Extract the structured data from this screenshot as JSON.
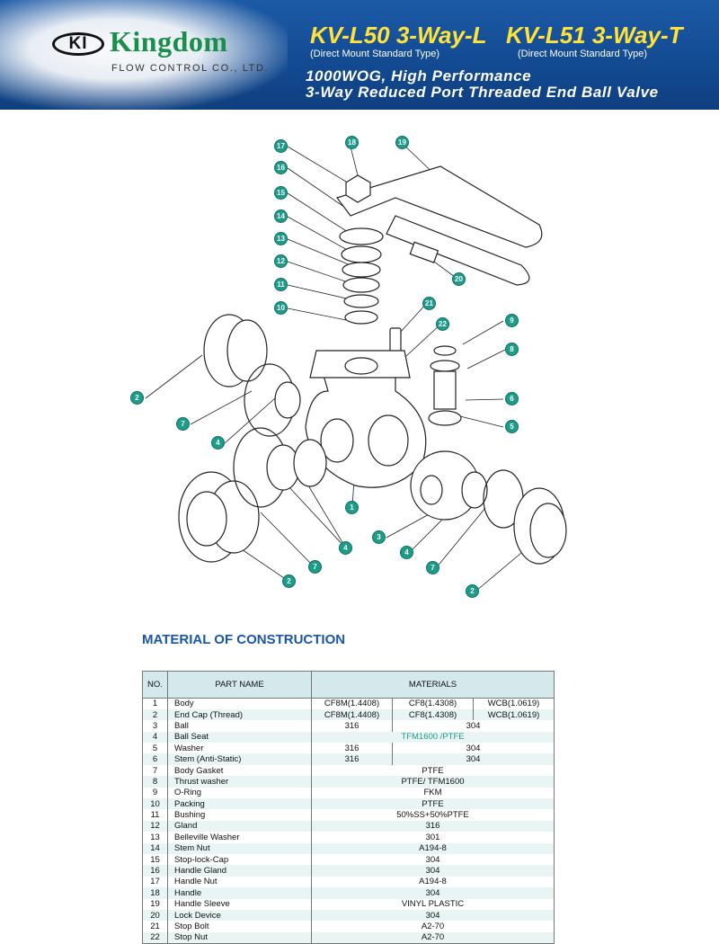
{
  "header": {
    "logo_badge": "KI",
    "logo_name": "Kingdom",
    "logo_sub": "FLOW CONTROL CO., LTD.",
    "model1": "KV-L50 3-Way-L",
    "model1_sub": "(Direct Mount Standard Type)",
    "model2": "KV-L51 3-Way-T",
    "model2_sub": "(Direct Mount Standard Type)",
    "line1": "1000WOG, High Performance",
    "line2": "3-Way Reduced Port Threaded End Ball Valve",
    "colors": {
      "band": "#134b93",
      "model": "#ffe23a",
      "logo_green": "#1a8f4a"
    }
  },
  "diagram": {
    "callouts": [
      "17",
      "18",
      "19",
      "16",
      "15",
      "14",
      "13",
      "12",
      "11",
      "10",
      "21",
      "22",
      "9",
      "8",
      "2",
      "7",
      "4",
      "6",
      "5",
      "1",
      "3",
      "4",
      "7",
      "2",
      "4",
      "7",
      "2",
      "20"
    ]
  },
  "section_title": "MATERIAL OF CONSTRUCTION",
  "table": {
    "headers": {
      "no": "NO.",
      "name": "PART NAME",
      "materials": "MATERIALS"
    },
    "rows": [
      {
        "no": "1",
        "name": "Body",
        "m": [
          "CF8M(1.4408)",
          "CF8(1.4308)",
          "WCB(1.0619)"
        ]
      },
      {
        "no": "2",
        "name": "End Cap (Thread)",
        "m": [
          "CF8M(1.4408)",
          "CF8(1.4308)",
          "WCB(1.0619)"
        ]
      },
      {
        "no": "3",
        "name": "Ball",
        "m": [
          "316",
          "304"
        ]
      },
      {
        "no": "4",
        "name": "Ball Seat",
        "m": [
          "TFM1600 /PTFE"
        ]
      },
      {
        "no": "5",
        "name": "Washer",
        "m": [
          "316",
          "304"
        ]
      },
      {
        "no": "6",
        "name": "Stem (Anti-Static)",
        "m": [
          "316",
          "304"
        ]
      },
      {
        "no": "7",
        "name": "Body Gasket",
        "m": [
          "PTFE"
        ]
      },
      {
        "no": "8",
        "name": "Thrust washer",
        "m": [
          "PTFE/ TFM1600"
        ]
      },
      {
        "no": "9",
        "name": "O-Ring",
        "m": [
          "FKM"
        ]
      },
      {
        "no": "10",
        "name": "Packing",
        "m": [
          "PTFE"
        ]
      },
      {
        "no": "11",
        "name": "Bushing",
        "m": [
          "50%SS+50%PTFE"
        ]
      },
      {
        "no": "12",
        "name": "Gland",
        "m": [
          "316"
        ]
      },
      {
        "no": "13",
        "name": "Belleville Washer",
        "m": [
          "301"
        ]
      },
      {
        "no": "14",
        "name": "Stem Nut",
        "m": [
          "A194-8"
        ]
      },
      {
        "no": "15",
        "name": "Stop-lock-Cap",
        "m": [
          "304"
        ]
      },
      {
        "no": "16",
        "name": "Handle Gland",
        "m": [
          "304"
        ]
      },
      {
        "no": "17",
        "name": "Handle Nut",
        "m": [
          "A194-8"
        ]
      },
      {
        "no": "18",
        "name": "Handle",
        "m": [
          "304"
        ]
      },
      {
        "no": "19",
        "name": "Handle Sleeve",
        "m": [
          "VINYL PLASTIC"
        ]
      },
      {
        "no": "20",
        "name": "Lock Device",
        "m": [
          "304"
        ]
      },
      {
        "no": "21",
        "name": "Stop Bolt",
        "m": [
          "A2-70"
        ]
      },
      {
        "no": "22",
        "name": "Stop Nut",
        "m": [
          "A2-70"
        ]
      }
    ]
  }
}
